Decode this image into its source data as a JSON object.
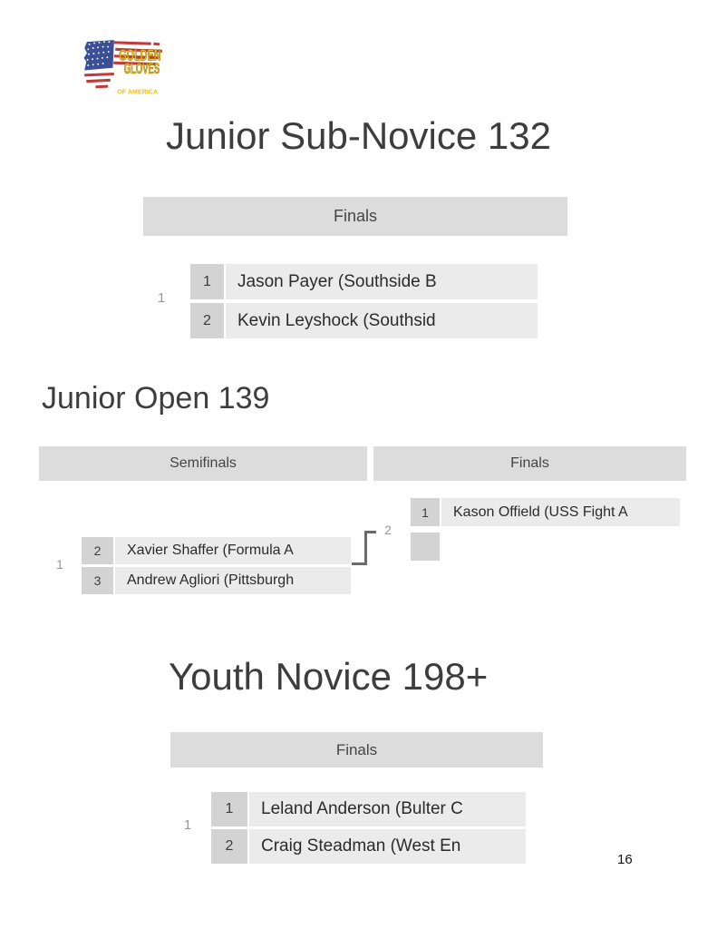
{
  "page": {
    "number": "16"
  },
  "logo": {
    "line1": "GOLDEN",
    "line2": "GLOVES",
    "line3": "OF AMERICA"
  },
  "colors": {
    "round_bar_bg": "#dcdcdc",
    "seed_cell_bg": "#d3d3d3",
    "name_cell_bg": "#ebebeb",
    "title_text": "#3d3d3d",
    "bout_number_text": "#979797",
    "connector": "#6a6a6a",
    "logo_gold": "#eebc1c",
    "flag_red": "#c23b3b",
    "flag_blue": "#3b4f96"
  },
  "sections": [
    {
      "title": "Junior Sub-Novice 132",
      "columns": [
        {
          "label": "Finals"
        }
      ],
      "bouts": [
        {
          "bout_no": "1",
          "round": "Finals",
          "entries": [
            {
              "seed": "1",
              "name": "Jason Payer (Southside B"
            },
            {
              "seed": "2",
              "name": "Kevin Leyshock (Southsid"
            }
          ]
        }
      ]
    },
    {
      "title": "Junior Open 139",
      "columns": [
        {
          "label": "Semifinals"
        },
        {
          "label": "Finals"
        }
      ],
      "bouts": [
        {
          "bout_no": "1",
          "round": "Semifinals",
          "entries": [
            {
              "seed": "2",
              "name": "Xavier Shaffer (Formula A"
            },
            {
              "seed": "3",
              "name": "Andrew Agliori (Pittsburgh"
            }
          ]
        },
        {
          "bout_no": "2",
          "round": "Finals",
          "entries": [
            {
              "seed": "1",
              "name": "Kason Offield (USS Fight A"
            },
            {
              "seed": "",
              "name": ""
            }
          ]
        }
      ]
    },
    {
      "title": "Youth Novice 198+",
      "columns": [
        {
          "label": "Finals"
        }
      ],
      "bouts": [
        {
          "bout_no": "1",
          "round": "Finals",
          "entries": [
            {
              "seed": "1",
              "name": "Leland Anderson (Bulter C"
            },
            {
              "seed": "2",
              "name": "Craig Steadman (West En"
            }
          ]
        }
      ]
    }
  ]
}
